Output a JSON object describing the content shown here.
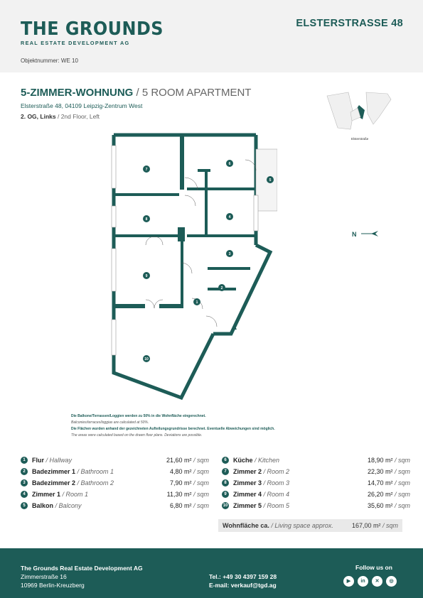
{
  "header": {
    "brand_name": "THE GROUNDS",
    "brand_sub": "REAL ESTATE DEVELOPMENT AG",
    "address": "ELSTERSTRASSE 48",
    "objekt": "Objektnummer: WE 10"
  },
  "listing": {
    "title_de": "5-ZIMMER-WOHNUNG",
    "title_en": " / 5 ROOM APARTMENT",
    "address": "Elsterstraße 48, 04109 Leipzig-Zentrum West",
    "floor_de": "2. OG, Links",
    "floor_en": " / 2nd Floor, Left"
  },
  "keymap": {
    "street_label": "Elsterstraße"
  },
  "north_label": "N",
  "plan_labels": [
    "1",
    "2",
    "3",
    "4",
    "5",
    "6",
    "7",
    "8",
    "9",
    "10"
  ],
  "notes": {
    "line1": "Die Balkone/Terrassen/Loggien werden  zu 50% in die Wohnfläche eingerechnet.",
    "line2": "Balconies/terraces/loggias are calculated at 50%.",
    "line3": "Die Flächen wurden anhand der gezeichneten Aufteilungsgrundrisse berechnet. Eventuelle Abweichungen sind möglich.",
    "line4": "The areas were calculated based on the drawn floor plans. Deviations are possible."
  },
  "rooms_left": [
    {
      "num": "1",
      "de": "Flur",
      "en": " / Hallway",
      "area": "21,60 m²",
      "unit": " / sqm"
    },
    {
      "num": "2",
      "de": "Badezimmer 1",
      "en": " / Bathroom 1",
      "area": "4,80 m²",
      "unit": " / sqm"
    },
    {
      "num": "3",
      "de": "Badezimmer 2",
      "en": " / Bathroom 2",
      "area": "7,90 m²",
      "unit": " / sqm"
    },
    {
      "num": "4",
      "de": "Zimmer 1",
      "en": " / Room 1",
      "area": "11,30 m²",
      "unit": " / sqm"
    },
    {
      "num": "5",
      "de": "Balkon",
      "en": " / Balcony",
      "area": "6,80 m²",
      "unit": " / sqm"
    }
  ],
  "rooms_right": [
    {
      "num": "6",
      "de": "Küche",
      "en": " / Kitchen",
      "area": "18,90 m²",
      "unit": " / sqm"
    },
    {
      "num": "7",
      "de": "Zimmer 2",
      "en": " / Room 2",
      "area": "22,30 m²",
      "unit": " / sqm"
    },
    {
      "num": "8",
      "de": "Zimmer 3",
      "en": " / Room 3",
      "area": "14,70 m²",
      "unit": " / sqm"
    },
    {
      "num": "9",
      "de": "Zimmer 4",
      "en": " / Room 4",
      "area": "26,20 m²",
      "unit": " / sqm"
    },
    {
      "num": "10",
      "de": "Zimmer 5",
      "en": " / Room 5",
      "area": "35,60 m²",
      "unit": " / sqm"
    }
  ],
  "total": {
    "de": "Wohnfläche ca.",
    "en": " / Living space approx.",
    "area": "167,00 m²",
    "unit": " / sqm"
  },
  "footer": {
    "company": "The Grounds Real Estate Development AG",
    "street": "Zimmerstraße 16",
    "city": "10969 Berlin-Kreuzberg",
    "tel": "Tel.: +49 30 4397 159 28",
    "email": "E-mail: verkauf@tgd.ag",
    "follow": "Follow us on"
  },
  "socials": [
    {
      "icon": "youtube-icon",
      "glyph": "▶"
    },
    {
      "icon": "linkedin-icon",
      "glyph": "in"
    },
    {
      "icon": "xing-icon",
      "glyph": "✕"
    },
    {
      "icon": "instagram-icon",
      "glyph": "◎"
    }
  ],
  "colors": {
    "accent": "#1d5c57",
    "header_bg": "#f2f2f2"
  }
}
